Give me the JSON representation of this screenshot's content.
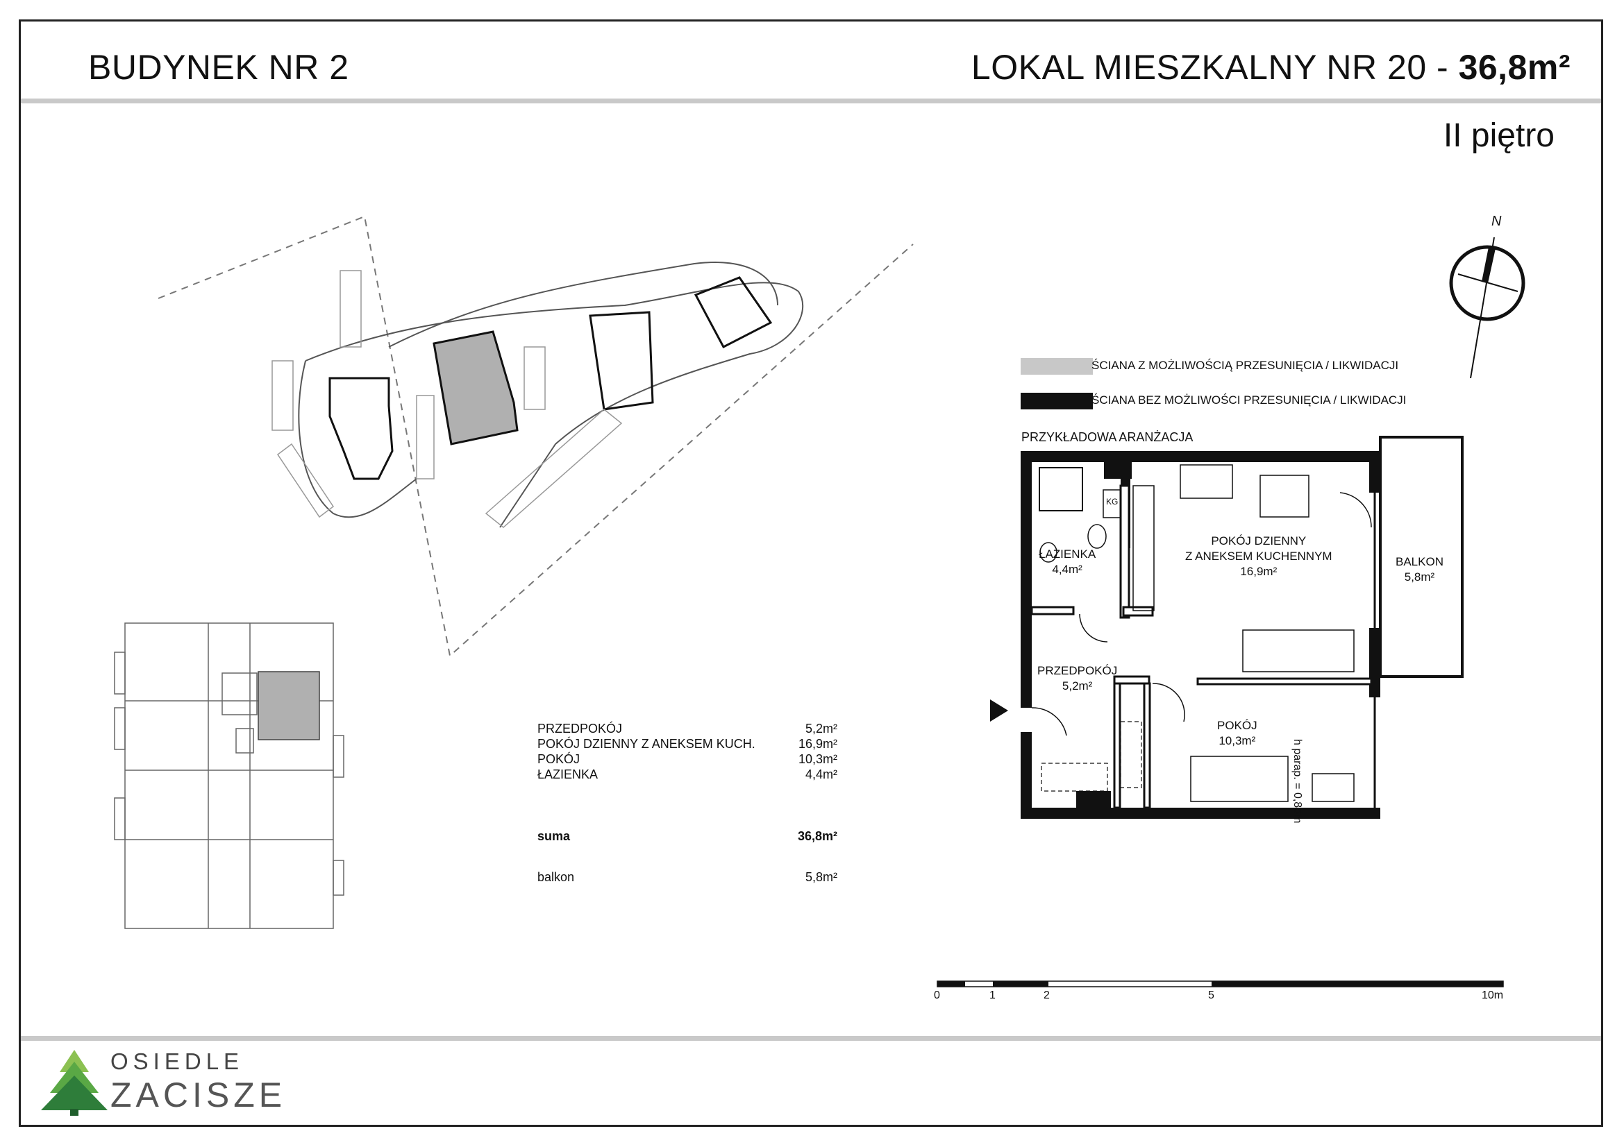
{
  "header": {
    "building": "BUDYNEK NR 2",
    "unit_prefix": "LOKAL MIESZKALNY NR 20 - ",
    "unit_area": "36,8m²",
    "floor": "II piętro"
  },
  "compass": {
    "label": "N"
  },
  "legend": {
    "movable_wall": {
      "label": "ŚCIANA Z MOŻLIWOŚCIĄ PRZESUNIĘCIA / LIKWIDACJI",
      "color": "#c8c8c8"
    },
    "fixed_wall": {
      "label": "ŚCIANA BEZ MOŻLIWOŚCI PRZESUNIĘCIA / LIKWIDACJI",
      "color": "#111111"
    },
    "arrangement": "PRZYKŁADOWA ARANŻACJA"
  },
  "rooms": {
    "bathroom": {
      "name": "ŁAZIENKA",
      "area": "4,4m²"
    },
    "living": {
      "name1": "POKÓJ DZIENNY",
      "name2": "Z ANEKSEM KUCHENNYM",
      "area": "16,9m²"
    },
    "balcony": {
      "name": "BALKON",
      "area": "5,8m²"
    },
    "hall": {
      "name": "PRZEDPOKÓJ",
      "area": "5,2m²"
    },
    "room": {
      "name": "POKÓJ",
      "area": "10,3m²"
    },
    "parapet": "h parap. = 0,85m",
    "kg": "KG"
  },
  "areas_table": {
    "rows": [
      {
        "name": "PRZEDPOKÓJ",
        "area": "5,2m²"
      },
      {
        "name": "POKÓJ DZIENNY Z ANEKSEM KUCH.",
        "area": "16,9m²"
      },
      {
        "name": "POKÓJ",
        "area": "10,3m²"
      },
      {
        "name": "ŁAZIENKA",
        "area": "4,4m²"
      }
    ],
    "sum_label": "suma",
    "sum_value": "36,8m²",
    "balcony_label": "balkon",
    "balcony_value": "5,8m²"
  },
  "scale_bar": {
    "ticks": [
      "0",
      "1",
      "2",
      "5",
      "10m"
    ]
  },
  "logo": {
    "line1": "OSIEDLE",
    "line2": "ZACISZE",
    "colors": [
      "#2e7d3a",
      "#5aa845",
      "#8cc152",
      "#1f5e2c"
    ]
  }
}
